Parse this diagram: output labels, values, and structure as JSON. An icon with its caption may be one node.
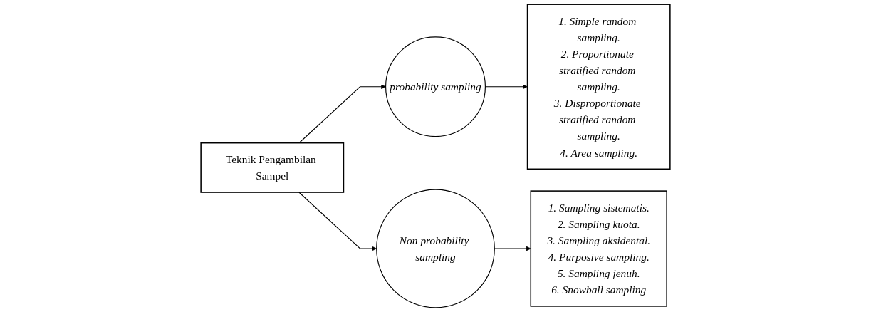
{
  "diagram": {
    "nodes": [
      {
        "text": [
          "Teknik Pengambilan Sampel"
        ]
      },
      {
        "text": [
          "probability sampling"
        ]
      },
      {
        "text": [
          "Non probability sampling"
        ]
      },
      {
        "text": [
          "1. Simple random sampling.",
          "2. Proportionate stratified random sampling.",
          "3. Disproportionate stratified random sampling.",
          "4. Area sampling."
        ]
      },
      {
        "text": [
          "1. Sampling sistematis.",
          "2. Sampling kuota.",
          "3. Sampling aksidental.",
          "4. Purposive sampling.",
          "5. Sampling jenuh.",
          "6. Snowball sampling"
        ]
      }
    ],
    "edges": [
      {
        "from": 0,
        "to": 1,
        "arrow": "to"
      },
      {
        "from": 0,
        "to": 2,
        "arrow": "to"
      },
      {
        "from": 1,
        "to": 3,
        "arrow": "to"
      },
      {
        "from": 2,
        "to": 4,
        "arrow": "to"
      }
    ]
  }
}
